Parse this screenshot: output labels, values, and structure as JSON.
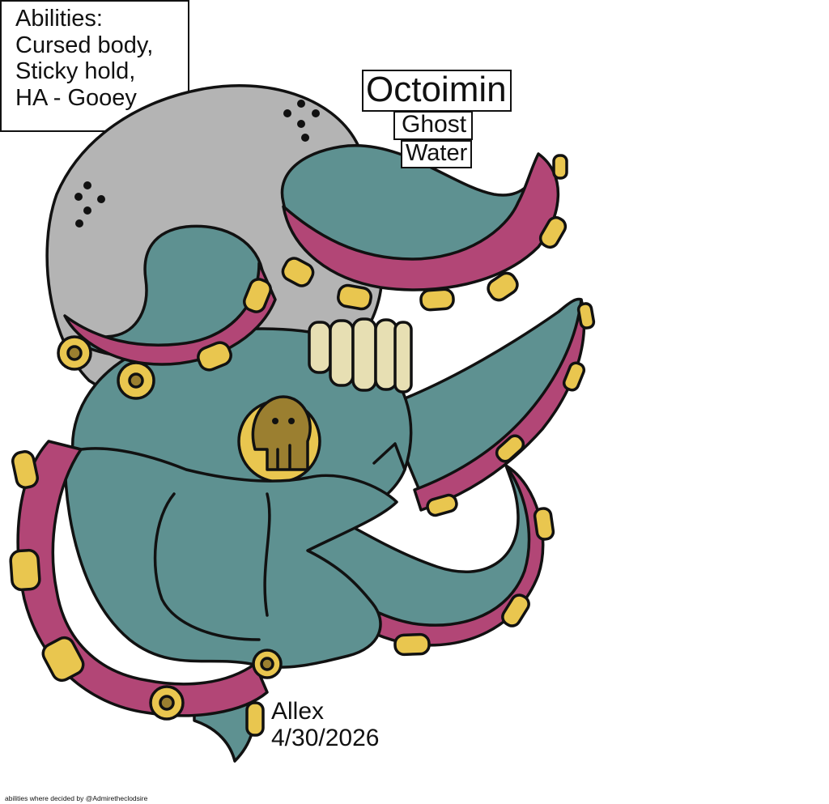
{
  "creature": {
    "name": "Octoimin",
    "types": [
      "Ghost",
      "Water"
    ]
  },
  "abilities": {
    "heading": "Abilities:",
    "list": [
      "Cursed body,",
      "Sticky hold,",
      "HA - Gooey"
    ],
    "credit": "abilities where decided by @Admiretheclodsire"
  },
  "signature": {
    "artist": "Allex",
    "date": "4/30/2026"
  },
  "palette": {
    "shell_gray": "#b4b4b4",
    "body_teal": "#5e9191",
    "tentacle_magenta": "#b24676",
    "sucker_yellow": "#e9c64f",
    "teeth_cream": "#e7dfb3",
    "skull_emblem": "#9b7f30",
    "outline": "#111111"
  }
}
